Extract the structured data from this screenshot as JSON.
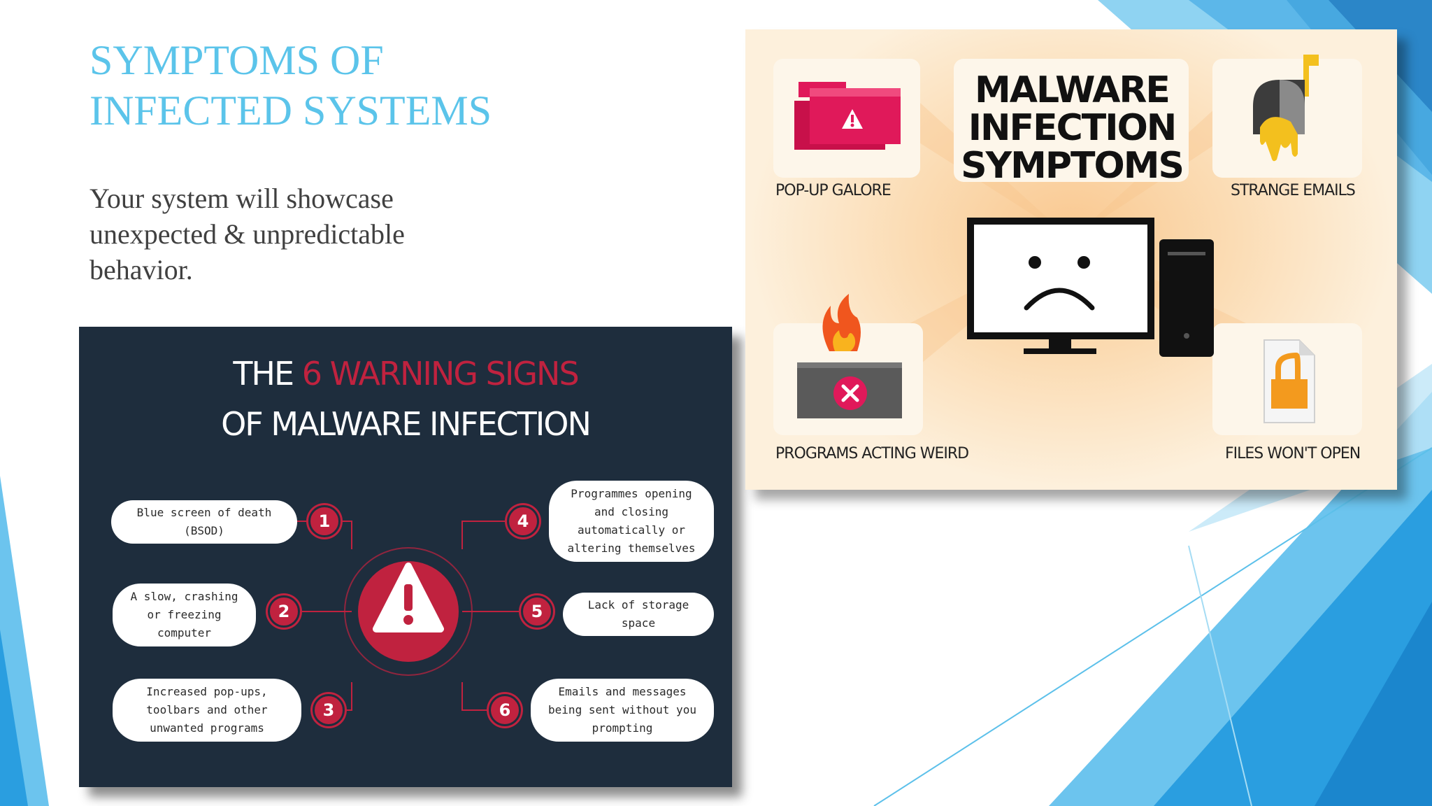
{
  "slide": {
    "title_lines": [
      "SYMPTOMS OF",
      "INFECTED SYSTEMS"
    ],
    "body": "Your system will showcase unexpected & unpredictable behavior.",
    "colors": {
      "title": "#5bc4ea",
      "body": "#404040",
      "accent_blue": "#1a9be0"
    }
  },
  "left_infographic": {
    "title_prefix": "THE ",
    "title_accent": "6 WARNING SIGNS",
    "title_line2": "OF MALWARE INFECTION",
    "center_icon": "warning-icon",
    "signs": [
      {
        "number": "1",
        "text": "Blue screen of death (BSOD)"
      },
      {
        "number": "2",
        "text": "A slow, crashing or freezing computer"
      },
      {
        "number": "3",
        "text": "Increased pop-ups, toolbars and other unwanted programs"
      },
      {
        "number": "4",
        "text": "Programmes opening and closing automatically or altering themselves"
      },
      {
        "number": "5",
        "text": "Lack of storage space"
      },
      {
        "number": "6",
        "text": "Emails and messages being sent without you prompting"
      }
    ],
    "colors": {
      "background": "#1e2d3d",
      "accent": "#c0223f"
    }
  },
  "right_infographic": {
    "heading_lines": [
      "MALWARE",
      "INFECTION",
      "SYMPTOMS"
    ],
    "symptoms": [
      {
        "label": "POP-UP GALORE",
        "icon": "popup-warning-icon"
      },
      {
        "label": "STRANGE EMAILS",
        "icon": "mailbox-icon"
      },
      {
        "label": "PROGRAMS ACTING WEIRD",
        "icon": "burning-window-icon"
      },
      {
        "label": "FILES WON'T OPEN",
        "icon": "locked-file-icon"
      }
    ],
    "center_icon": "sad-computer-icon",
    "colors": {
      "background": "#fdf0dc",
      "glow": "#f9c890",
      "pink": "#e0195a",
      "orange": "#f39a1e"
    }
  }
}
